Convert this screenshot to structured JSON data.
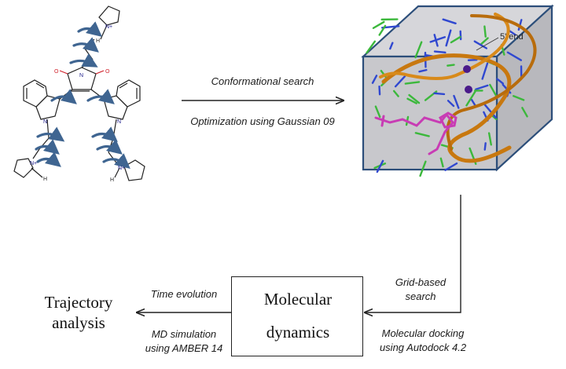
{
  "molecule": {
    "atom_labels": {
      "oxygen": "O",
      "nitrogen": "N",
      "nitrogen_plus": "N+",
      "hydrogen": "H"
    }
  },
  "dna_box": {
    "end_label": "5' end",
    "colors": {
      "box_fill": "#c8c8cc",
      "box_edge": "#2c4e7a",
      "backbone": "#c8780f",
      "base_green": "#3cb83c",
      "base_blue": "#3048d0",
      "ligand": "#c83cb4",
      "ion": "#4a1a8a"
    }
  },
  "steps": {
    "conformational_search": "Conformational search",
    "optimization": "Optimization using Gaussian 09",
    "grid_search_line1": "Grid-based",
    "grid_search_line2": "search",
    "docking_line1": "Molecular docking",
    "docking_line2": "using Autodock 4.2",
    "time_evolution": "Time evolution",
    "md_sim_line1": "MD simulation",
    "md_sim_line2": "using AMBER 14"
  },
  "boxes": {
    "md_line1": "Molecular",
    "md_line2": "dynamics",
    "trajectory_line1": "Trajectory",
    "trajectory_line2": "analysis"
  },
  "colors": {
    "rotation_arrows": "#3f6591",
    "bonds": "#222222",
    "oxygen": "#d0202a",
    "nitrogen": "#1a1a8a"
  }
}
